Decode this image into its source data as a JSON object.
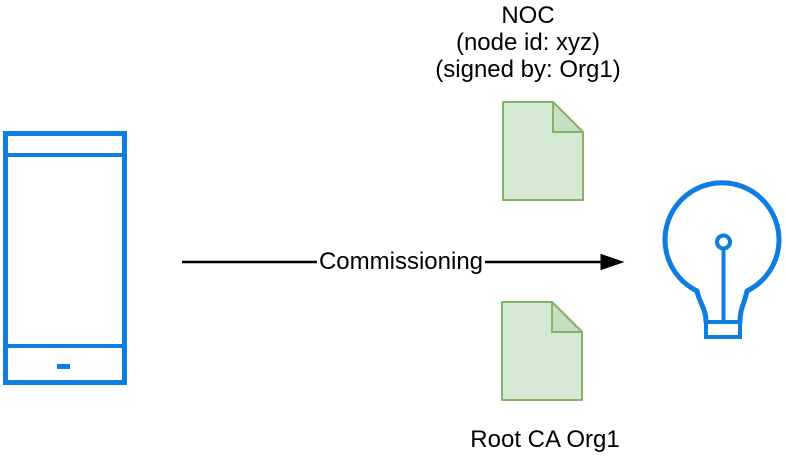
{
  "diagram": {
    "noc_label": {
      "line1": "NOC",
      "line2": "(node id: xyz)",
      "line3": "(signed by: Org1)"
    },
    "arrow": {
      "label": "Commissioning"
    },
    "root_ca_label": "Root CA Org1",
    "icons": {
      "phone": "mobile-phone-icon",
      "noc_doc": "certificate-document-icon",
      "root_ca_doc": "certificate-document-icon",
      "bulb": "light-bulb-icon"
    },
    "colors": {
      "device_blue": "#0d7de2",
      "doc_fill": "#d5e8d4",
      "doc_fold": "#c7ddc4",
      "doc_stroke": "#82b366",
      "arrow_black": "#000000",
      "text": "#000000",
      "background": "#ffffff"
    }
  }
}
